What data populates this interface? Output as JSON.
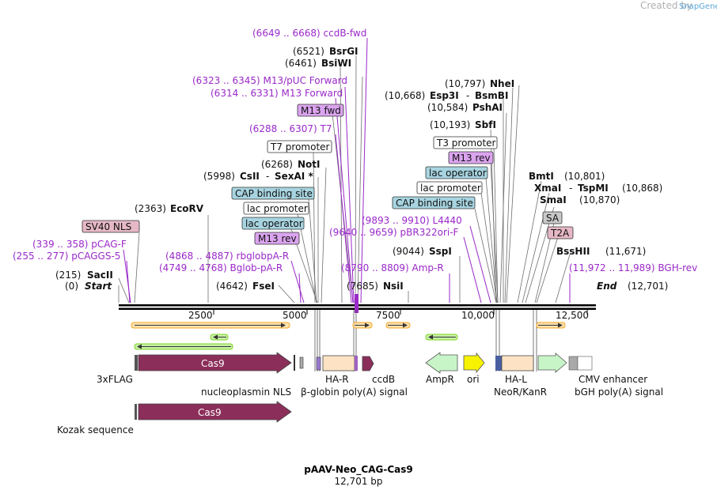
{
  "credit": {
    "text": "Created by",
    "brand": "SnapGene"
  },
  "title": "pAAV-Neo_CAG-Cas9",
  "subtitle": "12,701 bp",
  "ruler": {
    "ticks": [
      "2500",
      "5000",
      "7500",
      "10,000",
      "12,500"
    ]
  },
  "enzymes": [
    {
      "id": "start",
      "coord": "(0)",
      "name": "Start",
      "italic": true
    },
    {
      "id": "sacii",
      "coord": "(215)",
      "name": "SacII"
    },
    {
      "id": "ecorv",
      "coord": "(2363)",
      "name": "EcoRV"
    },
    {
      "id": "fsei",
      "coord": "(4642)",
      "name": "FseI"
    },
    {
      "id": "csii",
      "coord": "(5998)",
      "name": "CsII",
      "extra": "SexAI *"
    },
    {
      "id": "noti",
      "coord": "(6268)",
      "name": "NotI"
    },
    {
      "id": "bsiwi",
      "coord": "(6461)",
      "name": "BsiWI"
    },
    {
      "id": "bsrgi",
      "coord": "(6521)",
      "name": "BsrGI"
    },
    {
      "id": "nsii",
      "coord": "(7685)",
      "name": "NsiI"
    },
    {
      "id": "sspi",
      "coord": "(9044)",
      "name": "SspI"
    },
    {
      "id": "sbfi",
      "coord": "(10,193)",
      "name": "SbfI"
    },
    {
      "id": "pshai",
      "coord": "(10,584)",
      "name": "PshAI"
    },
    {
      "id": "esp3i",
      "coord": "(10,668)",
      "name": "Esp3I",
      "extra": "BsmBI"
    },
    {
      "id": "nhei",
      "coord": "(10,797)",
      "name": "NheI"
    },
    {
      "id": "bmti",
      "coord": "(10,801)",
      "name": "BmtI"
    },
    {
      "id": "xmai",
      "coord": "(10,868)",
      "name": "XmaI",
      "extra": "TspMI"
    },
    {
      "id": "smai",
      "coord": "(10,870)",
      "name": "SmaI"
    },
    {
      "id": "bssHII",
      "coord": "(11,671)",
      "name": "BssHII"
    },
    {
      "id": "end",
      "coord": "(12,701)",
      "name": "End",
      "italic": true
    }
  ],
  "primers": [
    {
      "id": "ccdb-fwd",
      "text": "(6649 .. 6668)  ccdB-fwd"
    },
    {
      "id": "m13puc-fwd",
      "text": "(6323 .. 6345)  M13/pUC Forward"
    },
    {
      "id": "m13-forward",
      "text": "(6314 .. 6331)  M13 Forward"
    },
    {
      "id": "t7",
      "text": "(6288 .. 6307)  T7"
    },
    {
      "id": "pcag-f",
      "text": "(339 .. 358)  pCAG-F"
    },
    {
      "id": "pcaggs-5",
      "text": "(255 .. 277)  pCAGGS-5"
    },
    {
      "id": "rbglobpa-r",
      "text": "(4868 .. 4887)  rbglobpA-R"
    },
    {
      "id": "bglob-pa-r",
      "text": "(4749 .. 4768)  Bglob-pA-R"
    },
    {
      "id": "l4440",
      "text": "(9893 .. 9910)  L4440"
    },
    {
      "id": "pbr322ori-f",
      "text": "(9640 .. 9659)  pBR322ori-F"
    },
    {
      "id": "amp-r",
      "text": "(8790 .. 8809)  Amp-R"
    },
    {
      "id": "bgh-rev",
      "text": "(11,972 .. 11,989)  BGH-rev"
    }
  ],
  "boxed_labels": [
    {
      "id": "m13-fwd-box",
      "text": "M13 fwd",
      "kind": "primer"
    },
    {
      "id": "t7-promoter-left",
      "text": "T7 promoter",
      "kind": "promoter"
    },
    {
      "id": "cap-binding-left",
      "text": "CAP binding site",
      "kind": "protein_bind"
    },
    {
      "id": "lac-promoter-left",
      "text": "lac promoter",
      "kind": "promoter"
    },
    {
      "id": "lac-operator-left",
      "text": "lac operator",
      "kind": "protein_bind"
    },
    {
      "id": "m13-rev-left",
      "text": "M13 rev",
      "kind": "primer"
    },
    {
      "id": "sv40-nls",
      "text": "SV40 NLS",
      "kind": "nls"
    },
    {
      "id": "t3-promoter",
      "text": "T3 promoter",
      "kind": "promoter"
    },
    {
      "id": "m13-rev-right",
      "text": "M13 rev",
      "kind": "primer"
    },
    {
      "id": "lac-operator-right",
      "text": "lac operator",
      "kind": "protein_bind"
    },
    {
      "id": "lac-promoter-right",
      "text": "lac promoter",
      "kind": "promoter"
    },
    {
      "id": "cap-binding-right",
      "text": "CAP binding site",
      "kind": "protein_bind"
    },
    {
      "id": "sa",
      "text": "SA",
      "kind": "misc"
    },
    {
      "id": "t2a",
      "text": "T2A",
      "kind": "nls"
    }
  ],
  "features": [
    {
      "id": "cas9-main",
      "label": "Cas9"
    },
    {
      "id": "cas9-kozak",
      "label": "Cas9"
    }
  ],
  "feature_labels": [
    {
      "id": "3xflag",
      "text": "3xFLAG"
    },
    {
      "id": "nucleoplasmin-nls",
      "text": "nucleoplasmin NLS"
    },
    {
      "id": "ha-r",
      "text": "HA-R"
    },
    {
      "id": "ccdb",
      "text": "ccdB"
    },
    {
      "id": "beta-globin",
      "text": "β-globin poly(A) signal"
    },
    {
      "id": "ampr",
      "text": "AmpR"
    },
    {
      "id": "ori",
      "text": "ori"
    },
    {
      "id": "ha-l",
      "text": "HA-L"
    },
    {
      "id": "neor-kanr",
      "text": "NeoR/KanR"
    },
    {
      "id": "cmv-enhancer",
      "text": "CMV enhancer"
    },
    {
      "id": "bgh-polya",
      "text": "bGH poly(A) signal"
    },
    {
      "id": "kozak",
      "text": "Kozak sequence"
    }
  ],
  "colors": {
    "primer_text": "#9a29c9",
    "cas9": "#8b2e5a",
    "ha_arm": "#fde3c4",
    "ampr": "#c8f5c8",
    "ori": "#f7f200",
    "cmv": "#a9a9a9",
    "orf_arrow": "#f5a623",
    "orf_arrow_rev": "#7ed321"
  }
}
